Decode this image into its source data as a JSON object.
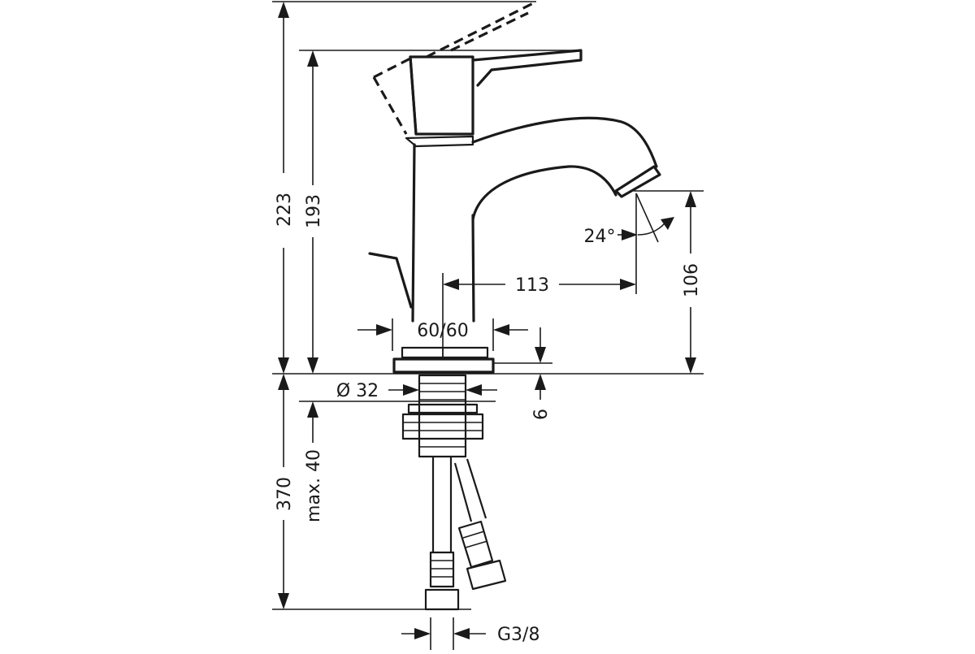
{
  "drawing": {
    "dimensions": {
      "total_height": "223",
      "body_height": "193",
      "spout_height": "106",
      "spout_reach": "113",
      "base_size": "60/60",
      "thread_diameter": "Ø 32",
      "base_plate": "6",
      "hose_length": "370",
      "max_deck": "max. 40",
      "connection": "G3/8",
      "spout_angle": "24°"
    },
    "colors": {
      "line": "#1a1a1a",
      "background": "#ffffff"
    }
  }
}
